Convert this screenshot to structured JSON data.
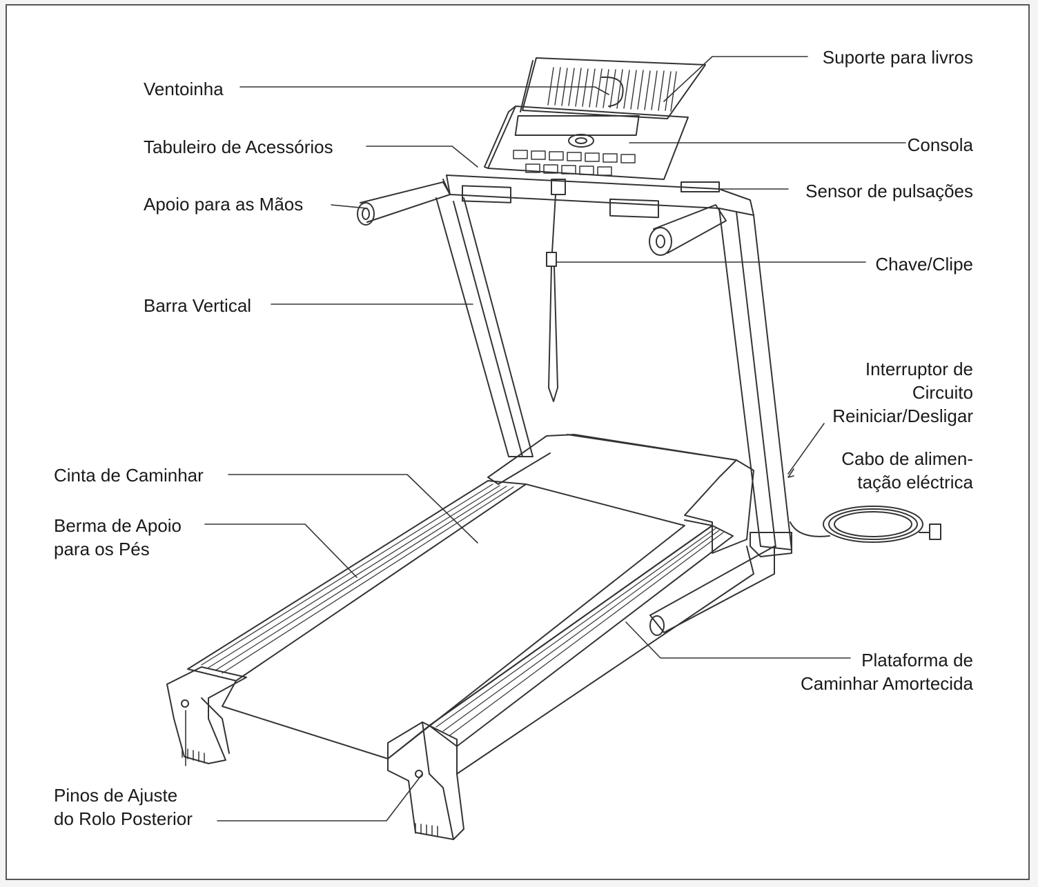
{
  "labels": {
    "ventoinha": "Ventoinha",
    "tabuleiro": "Tabuleiro de Acessórios",
    "apoio_maos": "Apoio para as Mãos",
    "barra_vertical": "Barra Vertical",
    "cinta": "Cinta de Caminhar",
    "berma": "Berma de Apoio\npara os Pés",
    "pinos": "Pinos de Ajuste\ndo Rolo Posterior",
    "suporte_livros": "Suporte para livros",
    "consola": "Consola",
    "sensor": "Sensor de pulsações",
    "chave": "Chave/Clipe",
    "interruptor": "Interruptor de\nCircuito\nReiniciar/Desligar",
    "cabo": "Cabo de alimen-\ntação eléctrica",
    "plataforma": "Plataforma de\nCaminhar Amortecida"
  },
  "colors": {
    "line": "#333333",
    "text": "#1a1a1a",
    "frame_border": "#555555"
  }
}
